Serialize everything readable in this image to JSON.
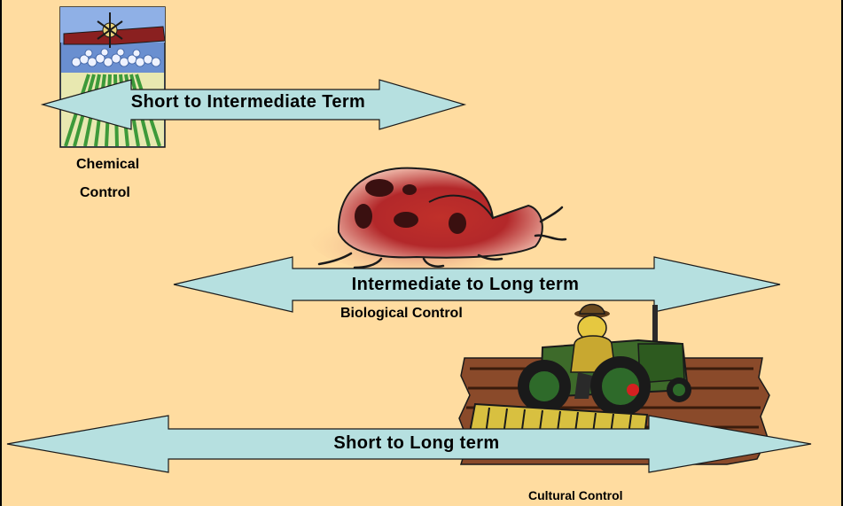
{
  "slide": {
    "background_color": "#FFDCA0",
    "arrow_color": "#B6E0E0"
  },
  "arrows": {
    "short_to_intermediate": "Short to Intermediate Term",
    "intermediate_to_long": "Intermediate to Long term",
    "short_to_long": "Short to Long term"
  },
  "captions": {
    "chemical_line1": "Chemical",
    "chemical_line2": "Control",
    "biological": "Biological Control",
    "cultural": "Cultural Control"
  },
  "icons": {
    "chemical": "crop-duster-field-clipart",
    "biological": "ladybug-beetle-clipart",
    "cultural": "farmer-on-tractor-clipart"
  }
}
